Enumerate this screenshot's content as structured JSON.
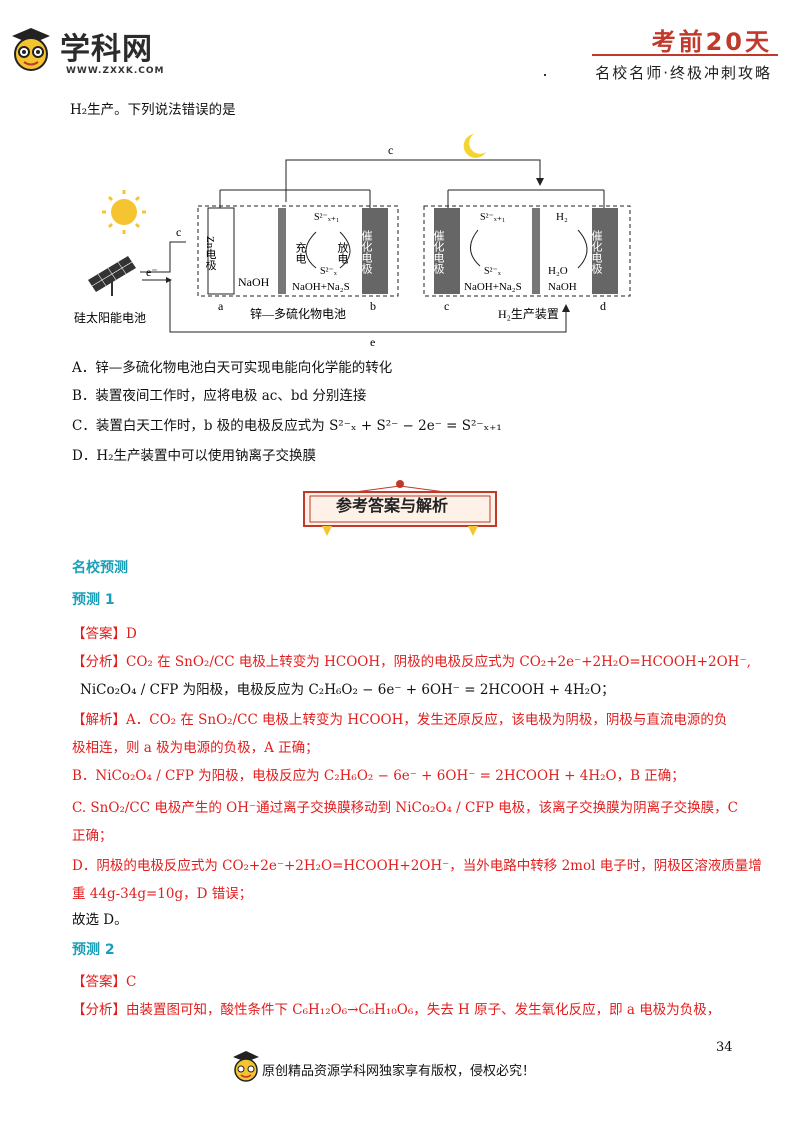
{
  "header": {
    "logo_text": "学科网",
    "logo_url": "WWW.ZXXK.COM",
    "title": "考前20天",
    "subtitle": "名校名师·终极冲刺攻略"
  },
  "question_tail": "H₂生产。下列说法错误的是",
  "figure": {
    "top_wire": "c",
    "left_wire": "c",
    "bottom_wire": "e",
    "electron": "e⁻",
    "solar_label": "硅太阳能电池",
    "zn_label": "Zn电极",
    "naoh_left": "NaOH",
    "sx1_top": "S²⁻ₓ₊₁",
    "charge": "充电",
    "discharge": "放电",
    "sx": "S²⁻ₓ",
    "naoh_na2s": "NaOH+Na₂S",
    "cat_label": "催化电极",
    "letter_a": "a",
    "letter_b": "b",
    "battery_caption": "锌—多硫化物电池",
    "cat_left": "催化电极",
    "sx1_right": "S²⁻ₓ₊₁",
    "sx_right": "S²⁻ₓ",
    "naoh_na2s_right": "NaOH+Na₂S",
    "h2": "H₂",
    "h2o": "H₂O",
    "naoh_right": "NaOH",
    "cat_right": "催化电极",
    "letter_c": "c",
    "letter_d": "d",
    "h2_caption": "H₂生产装置"
  },
  "options": [
    "A．锌—多硫化物电池白天可实现电能向化学能的转化",
    "B．装置夜间工作时，应将电极 ac、bd 分别连接",
    "C．装置白天工作时，b 极的电极反应式为",
    "D．H₂生产装置中可以使用钠离子交换膜"
  ],
  "option_c_formula": "S²⁻ₓ + S²⁻ − 2e⁻ = S²⁻ₓ₊₁",
  "banner_text": "参考答案与解析",
  "section_title": "名校预测",
  "q1": {
    "title": "预测 1",
    "answer_tag": "【答案】",
    "answer": "D",
    "analysis_tag": "【分析】",
    "analysis_1": "CO₂ 在 SnO₂/CC 电极上转变为 HCOOH，阴极的电极反应式为 CO₂+2e⁻+2H₂O=HCOOH+2OH⁻,",
    "analysis_2": "NiCo₂O₄ / CFP 为阳极，电极反应为 C₂H₆O₂ − 6e⁻ + 6OH⁻ = 2HCOOH + 4H₂O；",
    "explain_tag": "【解析】",
    "explain_a1": "A．CO₂ 在 SnO₂/CC 电极上转变为 HCOOH，发生还原反应，该电极为阴极，阴极与直流电源的负",
    "explain_a2": "极相连，则 a 极为电源的负极，A 正确；",
    "explain_b": "B．NiCo₂O₄ / CFP 为阳极，电极反应为 C₂H₆O₂ − 6e⁻ + 6OH⁻ = 2HCOOH + 4H₂O，B 正确；",
    "explain_c1": "C. SnO₂/CC 电极产生的 OH⁻通过离子交换膜移动到 NiCo₂O₄ / CFP 电极，该离子交换膜为阴离子交换膜，C",
    "explain_c2": "正确；",
    "explain_d1": "D．阴极的电极反应式为 CO₂+2e⁻+2H₂O=HCOOH+2OH⁻，当外电路中转移 2mol 电子时，阴极区溶液质量增",
    "explain_d2": "重 44g-34g=10g，D 错误；",
    "conclusion": "故选 D。"
  },
  "q2": {
    "title": "预测 2",
    "answer_tag": "【答案】",
    "answer": "C",
    "analysis_tag": "【分析】",
    "analysis_1": "由装置图可知，酸性条件下 C₆H₁₂O₆→C₆H₁₀O₆，失去 H 原子、发生氧化反应，即 a 电极为负极，"
  },
  "page_number": "34",
  "footer": "原创精品资源学科网独家享有版权，侵权必究！"
}
